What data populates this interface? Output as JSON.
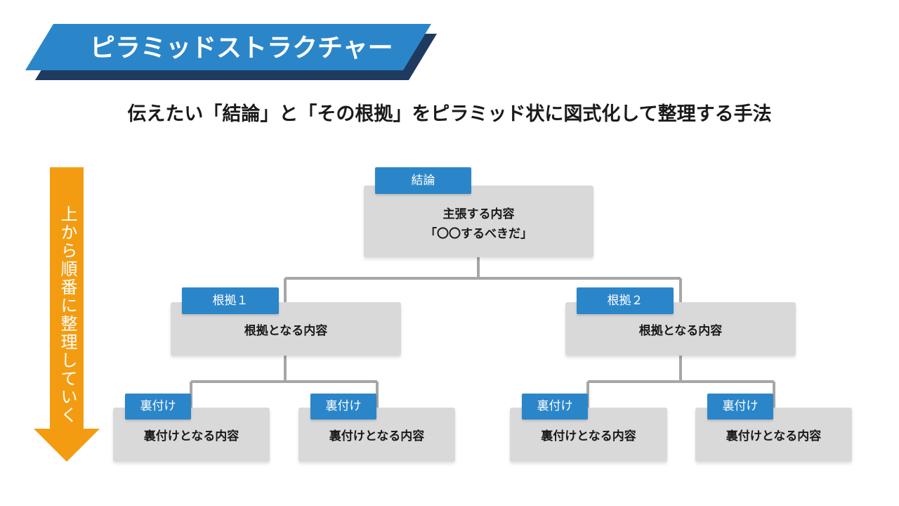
{
  "header": {
    "title": "ピラミッドストラクチャー",
    "subtitle": "伝えたい「結論」と「その根拠」をピラミッド状に図式化して整理する手法"
  },
  "arrow": {
    "label": "上から順番に整理していく",
    "color": "#f39c12"
  },
  "colors": {
    "accent": "#2b86c9",
    "accent_dark": "#1f3a5f",
    "box": "#d9d9d9",
    "line": "#a6a6a6"
  },
  "diagram": {
    "conclusion": {
      "tag": "結論",
      "line1": "主張する内容",
      "line2": "「〇〇するべきだ」"
    },
    "grounds": [
      {
        "tag": "根拠１",
        "text": "根拠となる内容",
        "supports": [
          {
            "tag": "裏付け",
            "text": "裏付けとなる内容"
          },
          {
            "tag": "裏付け",
            "text": "裏付けとなる内容"
          }
        ]
      },
      {
        "tag": "根拠２",
        "text": "根拠となる内容",
        "supports": [
          {
            "tag": "裏付け",
            "text": "裏付けとなる内容"
          },
          {
            "tag": "裏付け",
            "text": "裏付けとなる内容"
          }
        ]
      }
    ]
  }
}
